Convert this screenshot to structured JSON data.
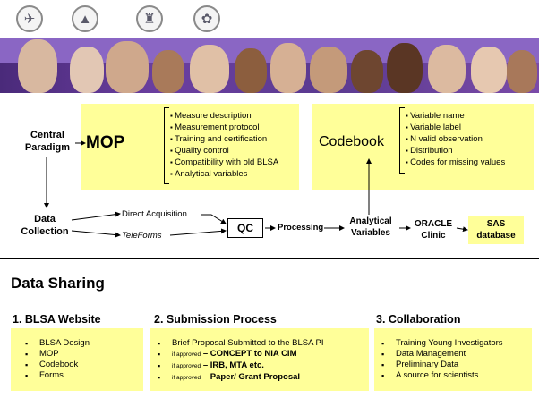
{
  "header": {
    "logos": [
      "hhs-eagle-icon",
      "nih-emblem-icon",
      "nia-seal-icon",
      "seal-icon"
    ]
  },
  "diagram": {
    "central_paradigm": "Central Paradigm",
    "mop_title": "MOP",
    "mop_items": [
      "Measure description",
      "Measurement protocol",
      "Training and certification",
      "Quality control",
      "Compatibility with old BLSA",
      "Analytical variables"
    ],
    "codebook_title": "Codebook",
    "codebook_items": [
      "Variable name",
      "Variable label",
      "N valid observation",
      "Distribution",
      "Codes for missing values"
    ],
    "data_collection": "Data Collection",
    "direct_acquisition": "Direct Acquisition",
    "teleforms": "TeleForms",
    "qc": "QC",
    "processing": "Processing",
    "analytical_variables": "Analytical Variables",
    "oracle_clinic": "ORACLE Clinic",
    "sas_database": "SAS database"
  },
  "data_sharing": {
    "title": "Data Sharing",
    "col1": {
      "title": "1. BLSA Website",
      "items": [
        "BLSA Design",
        "MOP",
        "Codebook",
        "Forms"
      ]
    },
    "col2": {
      "title": "2. Submission Process",
      "item1": "Brief Proposal Submitted to the BLSA PI",
      "cond": "if approved",
      "item2": "– CONCEPT to NIA CIM",
      "item3": "– IRB, MTA etc.",
      "item4": "– Paper/ Grant Proposal"
    },
    "col3": {
      "title": "3. Collaboration",
      "items": [
        "Training Young Investigators",
        "Data Management",
        "Preliminary Data",
        "A source for scientists"
      ]
    }
  },
  "colors": {
    "highlight": "#ffff99",
    "banner": "#6b3fa0"
  }
}
